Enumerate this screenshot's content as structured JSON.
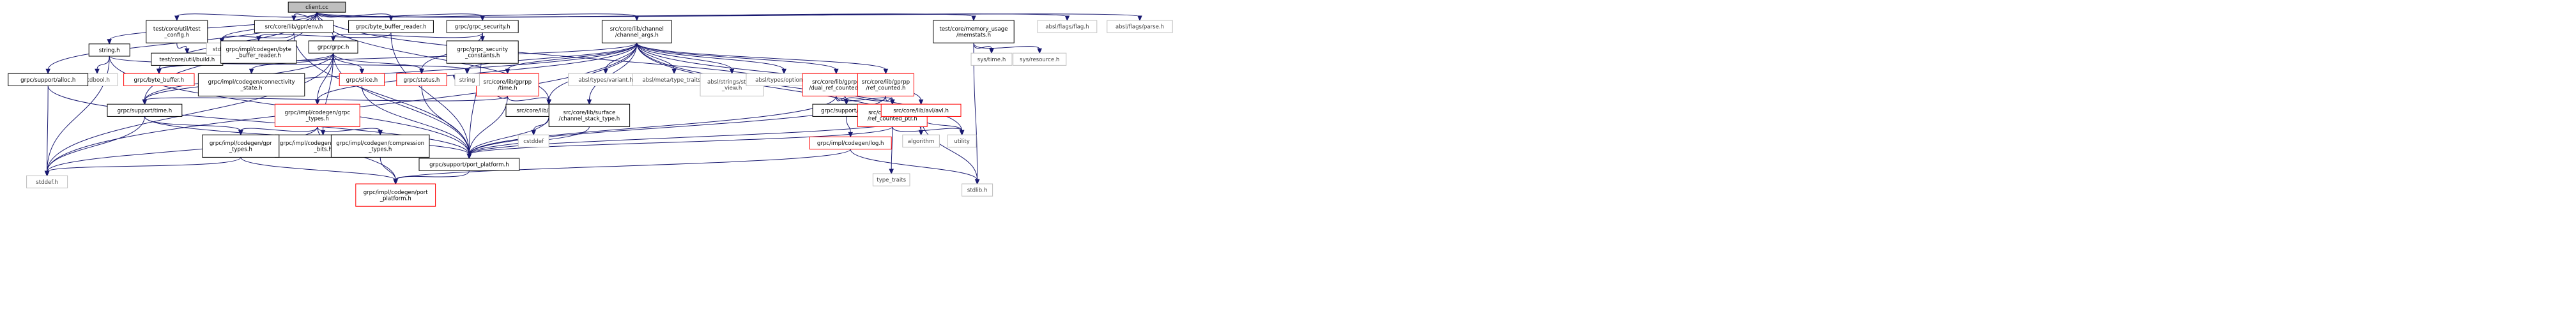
{
  "colors": {
    "edge": "#191970",
    "root_fill": "#bfbfbf",
    "node_fill": "#ffffff",
    "node_border_normal": "#000000",
    "node_border_external": "#bfbfbf",
    "node_border_truncated": "#ff0000",
    "text_normal": "#000000",
    "text_external": "#404040"
  },
  "nodes": [
    {
      "id": "client",
      "lines": [
        "client.cc"
      ],
      "kind": "root"
    },
    {
      "id": "test_config",
      "lines": [
        "test/core/util/test",
        "_config.h"
      ],
      "kind": "normal"
    },
    {
      "id": "build",
      "lines": [
        "test/core/util/build.h"
      ],
      "kind": "normal"
    },
    {
      "id": "env",
      "lines": [
        "src/core/lib/gpr/env.h"
      ],
      "kind": "normal"
    },
    {
      "id": "stdio",
      "lines": [
        "stdio.h"
      ],
      "kind": "external"
    },
    {
      "id": "bbr_codegen",
      "lines": [
        "grpc/impl/codegen/byte",
        "_buffer_reader.h"
      ],
      "kind": "normal"
    },
    {
      "id": "bbr",
      "lines": [
        "grpc/byte_buffer_reader.h"
      ],
      "kind": "normal"
    },
    {
      "id": "grpc_security",
      "lines": [
        "grpc/grpc_security.h"
      ],
      "kind": "normal"
    },
    {
      "id": "security_constants",
      "lines": [
        "grpc/grpc_security",
        "_constants.h"
      ],
      "kind": "normal"
    },
    {
      "id": "grpc_h",
      "lines": [
        "grpc/grpc.h"
      ],
      "kind": "normal"
    },
    {
      "id": "connectivity_state",
      "lines": [
        "grpc/impl/codegen/connectivity",
        "_state.h"
      ],
      "kind": "normal"
    },
    {
      "id": "codegen_grpc_types",
      "lines": [
        "grpc/impl/codegen/grpc",
        "_types.h"
      ],
      "kind": "truncated"
    },
    {
      "id": "propagation_bits",
      "lines": [
        "grpc/impl/codegen/propagation",
        "_bits.h"
      ],
      "kind": "normal"
    },
    {
      "id": "compression_types",
      "lines": [
        "grpc/impl/codegen/compression",
        "_types.h"
      ],
      "kind": "normal"
    },
    {
      "id": "slice",
      "lines": [
        "grpc/slice.h"
      ],
      "kind": "truncated"
    },
    {
      "id": "status",
      "lines": [
        "grpc/status.h"
      ],
      "kind": "truncated"
    },
    {
      "id": "string_h",
      "lines": [
        "string.h"
      ],
      "kind": "normal"
    },
    {
      "id": "stdbool",
      "lines": [
        "stdbool.h"
      ],
      "kind": "external"
    },
    {
      "id": "alloc",
      "lines": [
        "grpc/support/alloc.h"
      ],
      "kind": "normal"
    },
    {
      "id": "support_time",
      "lines": [
        "grpc/support/time.h"
      ],
      "kind": "normal"
    },
    {
      "id": "gpr_types",
      "lines": [
        "grpc/impl/codegen/gpr",
        "_types.h"
      ],
      "kind": "normal"
    },
    {
      "id": "stddef",
      "lines": [
        "stddef.h"
      ],
      "kind": "external"
    },
    {
      "id": "byte_buffer",
      "lines": [
        "grpc/byte_buffer.h"
      ],
      "kind": "truncated"
    },
    {
      "id": "port_platform",
      "lines": [
        "grpc/support/port_platform.h"
      ],
      "kind": "normal"
    },
    {
      "id": "codegen_port_platform",
      "lines": [
        "grpc/impl/codegen/port",
        "_platform.h"
      ],
      "kind": "truncated"
    },
    {
      "id": "channel_args",
      "lines": [
        "src/core/lib/channel",
        "/channel_args.h"
      ],
      "kind": "normal"
    },
    {
      "id": "gprpp_time",
      "lines": [
        "src/core/lib/gprpp",
        "/time.h"
      ],
      "kind": "truncated"
    },
    {
      "id": "string_std",
      "lines": [
        "string"
      ],
      "kind": "external"
    },
    {
      "id": "useful",
      "lines": [
        "src/core/lib/gpr/useful.h"
      ],
      "kind": "normal"
    },
    {
      "id": "cstddef",
      "lines": [
        "cstddef"
      ],
      "kind": "external"
    },
    {
      "id": "channel_stack_type",
      "lines": [
        "src/core/lib/surface",
        "/channel_stack_type.h"
      ],
      "kind": "normal"
    },
    {
      "id": "variant",
      "lines": [
        "absl/types/variant.h"
      ],
      "kind": "external"
    },
    {
      "id": "type_traits_h",
      "lines": [
        "absl/meta/type_traits.h"
      ],
      "kind": "external"
    },
    {
      "id": "string_view",
      "lines": [
        "absl/strings/string",
        "_view.h"
      ],
      "kind": "external"
    },
    {
      "id": "optional",
      "lines": [
        "absl/types/optional.h"
      ],
      "kind": "external"
    },
    {
      "id": "dual_ref_counted",
      "lines": [
        "src/core/lib/gprpp",
        "/dual_ref_counted.h"
      ],
      "kind": "truncated"
    },
    {
      "id": "ref_counted",
      "lines": [
        "src/core/lib/gprpp",
        "/ref_counted.h"
      ],
      "kind": "truncated"
    },
    {
      "id": "support_log",
      "lines": [
        "grpc/support/log.h"
      ],
      "kind": "normal"
    },
    {
      "id": "codegen_log",
      "lines": [
        "grpc/impl/codegen/log.h"
      ],
      "kind": "truncated"
    },
    {
      "id": "ref_counted_ptr",
      "lines": [
        "src/core/lib/gprpp",
        "/ref_counted_ptr.h"
      ],
      "kind": "truncated"
    },
    {
      "id": "type_traits",
      "lines": [
        "type_traits"
      ],
      "kind": "external"
    },
    {
      "id": "avl",
      "lines": [
        "src/core/lib/avl/avl.h"
      ],
      "kind": "truncated"
    },
    {
      "id": "algorithm",
      "lines": [
        "algorithm"
      ],
      "kind": "external"
    },
    {
      "id": "utility",
      "lines": [
        "utility"
      ],
      "kind": "external"
    },
    {
      "id": "stdlib",
      "lines": [
        "stdlib.h"
      ],
      "kind": "external"
    },
    {
      "id": "memstats",
      "lines": [
        "test/core/memory_usage",
        "/memstats.h"
      ],
      "kind": "normal"
    },
    {
      "id": "sys_time",
      "lines": [
        "sys/time.h"
      ],
      "kind": "external"
    },
    {
      "id": "sys_resource",
      "lines": [
        "sys/resource.h"
      ],
      "kind": "external"
    },
    {
      "id": "flag",
      "lines": [
        "absl/flags/flag.h"
      ],
      "kind": "external"
    },
    {
      "id": "parse",
      "lines": [
        "absl/flags/parse.h"
      ],
      "kind": "external"
    }
  ],
  "edges": [
    [
      "client",
      "test_config"
    ],
    [
      "client",
      "env"
    ],
    [
      "client",
      "stdio"
    ],
    [
      "client",
      "bbr"
    ],
    [
      "client",
      "grpc_security"
    ],
    [
      "client",
      "grpc_h"
    ],
    [
      "client",
      "string_h"
    ],
    [
      "client",
      "alloc"
    ],
    [
      "client",
      "support_time"
    ],
    [
      "client",
      "byte_buffer"
    ],
    [
      "client",
      "channel_args"
    ],
    [
      "client",
      "useful"
    ],
    [
      "client",
      "support_log"
    ],
    [
      "client",
      "memstats"
    ],
    [
      "client",
      "flag"
    ],
    [
      "client",
      "parse"
    ],
    [
      "test_config",
      "build"
    ],
    [
      "env",
      "stdio"
    ],
    [
      "env",
      "port_platform"
    ],
    [
      "bbr",
      "bbr_codegen"
    ],
    [
      "bbr",
      "port_platform"
    ],
    [
      "grpc_security",
      "grpc_h"
    ],
    [
      "grpc_security",
      "security_constants"
    ],
    [
      "grpc_security",
      "port_platform"
    ],
    [
      "grpc_security",
      "status"
    ],
    [
      "grpc_h",
      "byte_buffer"
    ],
    [
      "grpc_h",
      "connectivity_state"
    ],
    [
      "grpc_h",
      "codegen_grpc_types"
    ],
    [
      "grpc_h",
      "propagation_bits"
    ],
    [
      "grpc_h",
      "slice"
    ],
    [
      "grpc_h",
      "status"
    ],
    [
      "grpc_h",
      "support_time"
    ],
    [
      "grpc_h",
      "port_platform"
    ],
    [
      "grpc_h",
      "stddef"
    ],
    [
      "codegen_grpc_types",
      "gpr_types"
    ],
    [
      "codegen_grpc_types",
      "compression_types"
    ],
    [
      "codegen_grpc_types",
      "stddef"
    ],
    [
      "codegen_grpc_types",
      "codegen_port_platform"
    ],
    [
      "compression_types",
      "codegen_port_platform"
    ],
    [
      "slice",
      "port_platform"
    ],
    [
      "status",
      "port_platform"
    ],
    [
      "string_h",
      "stdbool"
    ],
    [
      "string_h",
      "stddef"
    ],
    [
      "string_h",
      "string_std"
    ],
    [
      "string_h",
      "port_platform"
    ],
    [
      "alloc",
      "port_platform"
    ],
    [
      "alloc",
      "stddef"
    ],
    [
      "support_time",
      "gpr_types"
    ],
    [
      "support_time",
      "stddef"
    ],
    [
      "support_time",
      "port_platform"
    ],
    [
      "gpr_types",
      "stddef"
    ],
    [
      "gpr_types",
      "codegen_port_platform"
    ],
    [
      "port_platform",
      "codegen_port_platform"
    ],
    [
      "channel_args",
      "support_time"
    ],
    [
      "channel_args",
      "byte_buffer"
    ],
    [
      "channel_args",
      "codegen_grpc_types"
    ],
    [
      "channel_args",
      "gprpp_time"
    ],
    [
      "channel_args",
      "string_std"
    ],
    [
      "channel_args",
      "useful"
    ],
    [
      "channel_args",
      "channel_stack_type"
    ],
    [
      "channel_args",
      "variant"
    ],
    [
      "channel_args",
      "type_traits_h"
    ],
    [
      "channel_args",
      "string_view"
    ],
    [
      "channel_args",
      "optional"
    ],
    [
      "channel_args",
      "dual_ref_counted"
    ],
    [
      "channel_args",
      "ref_counted"
    ],
    [
      "channel_args",
      "avl"
    ],
    [
      "channel_args",
      "algorithm"
    ],
    [
      "channel_args",
      "utility"
    ],
    [
      "channel_args",
      "stddef"
    ],
    [
      "gprpp_time",
      "port_platform"
    ],
    [
      "gprpp_time",
      "string_std"
    ],
    [
      "gprpp_time",
      "support_time"
    ],
    [
      "gprpp_time",
      "useful"
    ],
    [
      "useful",
      "cstddef"
    ],
    [
      "useful",
      "port_platform"
    ],
    [
      "channel_stack_type",
      "port_platform"
    ],
    [
      "dual_ref_counted",
      "support_log"
    ],
    [
      "dual_ref_counted",
      "ref_counted_ptr"
    ],
    [
      "dual_ref_counted",
      "port_platform"
    ],
    [
      "ref_counted",
      "support_log"
    ],
    [
      "ref_counted",
      "ref_counted_ptr"
    ],
    [
      "ref_counted",
      "port_platform"
    ],
    [
      "support_log",
      "codegen_log"
    ],
    [
      "codegen_log",
      "codegen_port_platform"
    ],
    [
      "codegen_log",
      "stdlib"
    ],
    [
      "ref_counted_ptr",
      "type_traits"
    ],
    [
      "ref_counted_ptr",
      "utility"
    ],
    [
      "ref_counted_ptr",
      "port_platform"
    ],
    [
      "avl",
      "algorithm"
    ],
    [
      "avl",
      "utility"
    ],
    [
      "avl",
      "stdlib"
    ],
    [
      "avl",
      "port_platform"
    ],
    [
      "memstats",
      "sys_time"
    ],
    [
      "memstats",
      "sys_resource"
    ],
    [
      "memstats",
      "stdlib"
    ]
  ]
}
